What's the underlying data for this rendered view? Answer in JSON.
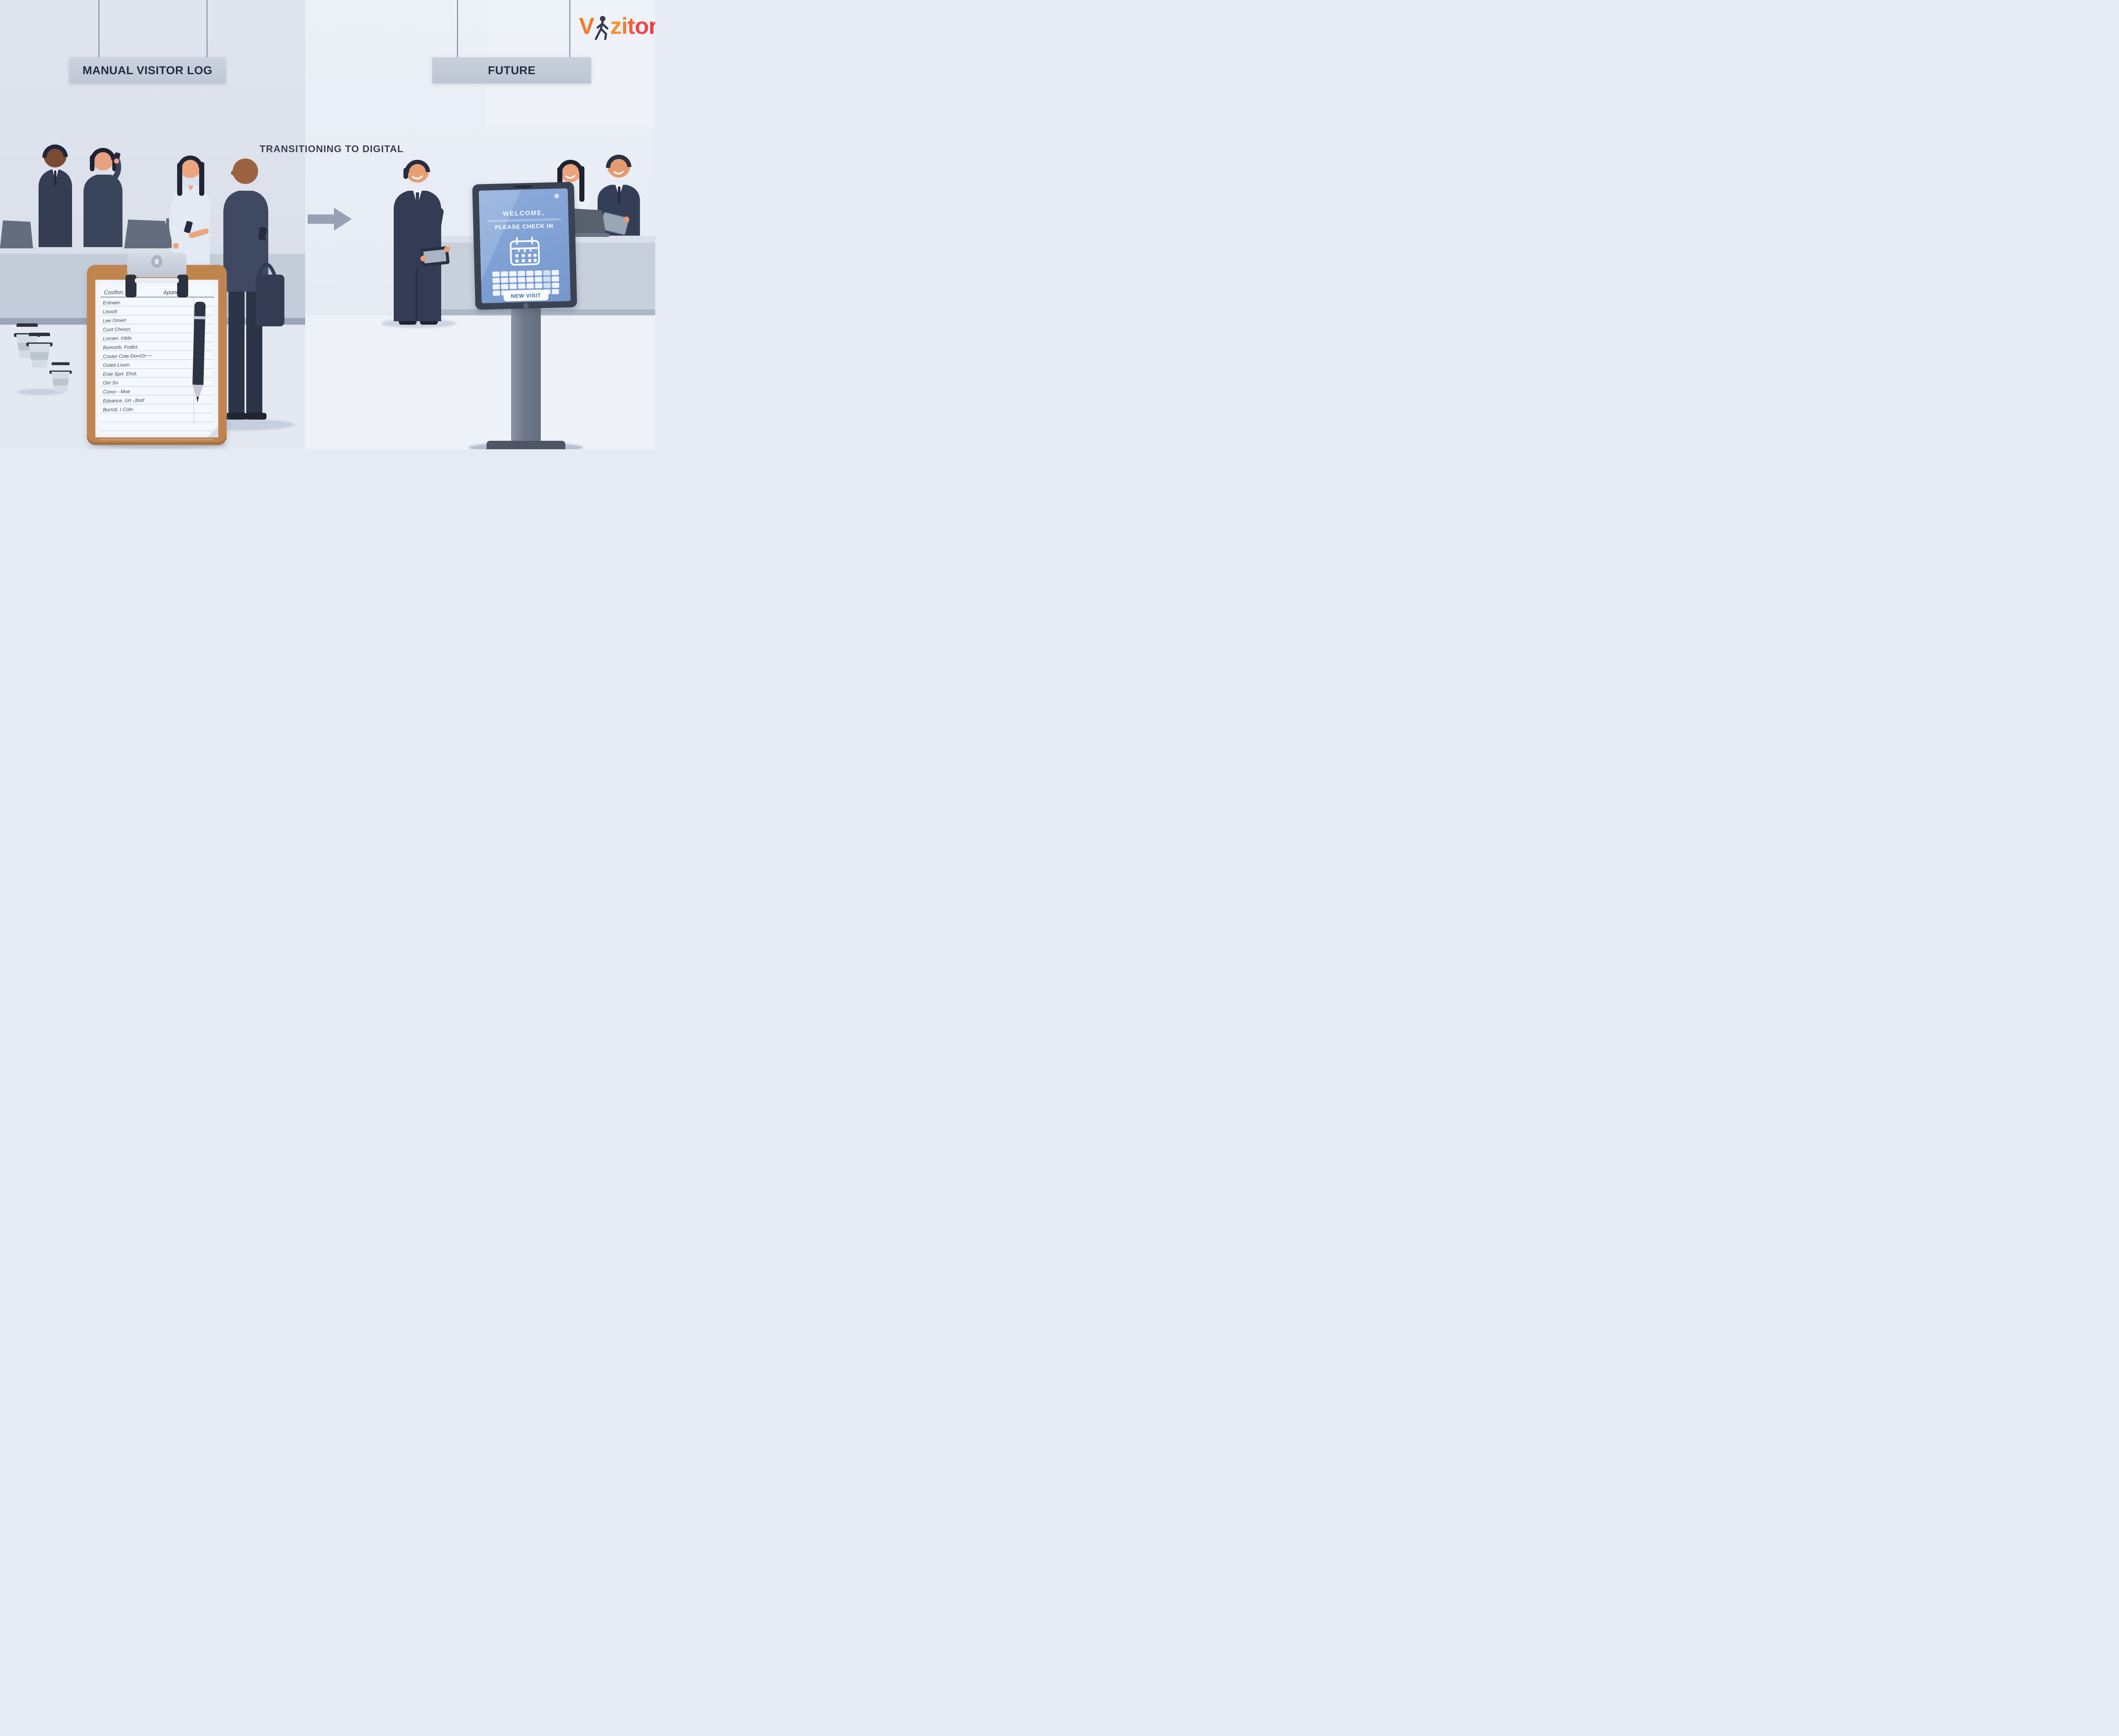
{
  "scene": {
    "left_sign_label": "MANUAL VISITOR LOG",
    "right_sign_label": "FUTURE",
    "transition_label": "TRANSITIONING TO DIGITAL"
  },
  "logo": {
    "letters": [
      {
        "char": "V",
        "color": "#f0792b"
      },
      {
        "char": "z",
        "color": "#f78f2f"
      },
      {
        "char": "i",
        "color": "#f28038"
      },
      {
        "char": "t",
        "color": "#ee6340"
      },
      {
        "char": "o",
        "color": "#e94a49"
      },
      {
        "char": "r",
        "color": "#e63b47"
      }
    ],
    "walker_icon_color": "#363c4c"
  },
  "kiosk": {
    "welcome_line": "WELCOME,",
    "check_in_line": "PLEASE CHECK IN",
    "button_label": "NEW VISIT",
    "screen_color": "#7fa0d3",
    "button_text_color": "#3a67a3",
    "keyboard_rows": [
      8,
      8,
      8
    ],
    "keyboard_bottom": [
      "key",
      "space",
      "key",
      "key"
    ]
  },
  "clipboard": {
    "board_color": "#c0854f",
    "header_name_column": "Costfon.",
    "header_signature_column": "Aponets",
    "rows": [
      "Eotnam.",
      "Lisoctt",
      "Lee Omert",
      "Cunt  Chnoct.",
      "Loroen. Irttds",
      "Bunoorb. Fodict.",
      "Coster   Cote DorvOr~~",
      "Outes Loum",
      "Eote  Sprt. Ehot,",
      "Oirt  So",
      "Conor - Moe",
      "Edvance. Urt -Jlosf",
      "Burrcb. I Coln."
    ]
  },
  "colors": {
    "wall_left": "#dce1eb",
    "wall_right": "#e9edf4",
    "sign_panel": "#c5ccd9",
    "sign_text": "#242d3f",
    "arrow": "#96a1b4",
    "counter": "#c3ccd9",
    "kiosk_frame": "#3b4253",
    "suit_navy": "#333c54",
    "skin_light": "#e89e75",
    "skin_dark": "#7a4a33"
  }
}
